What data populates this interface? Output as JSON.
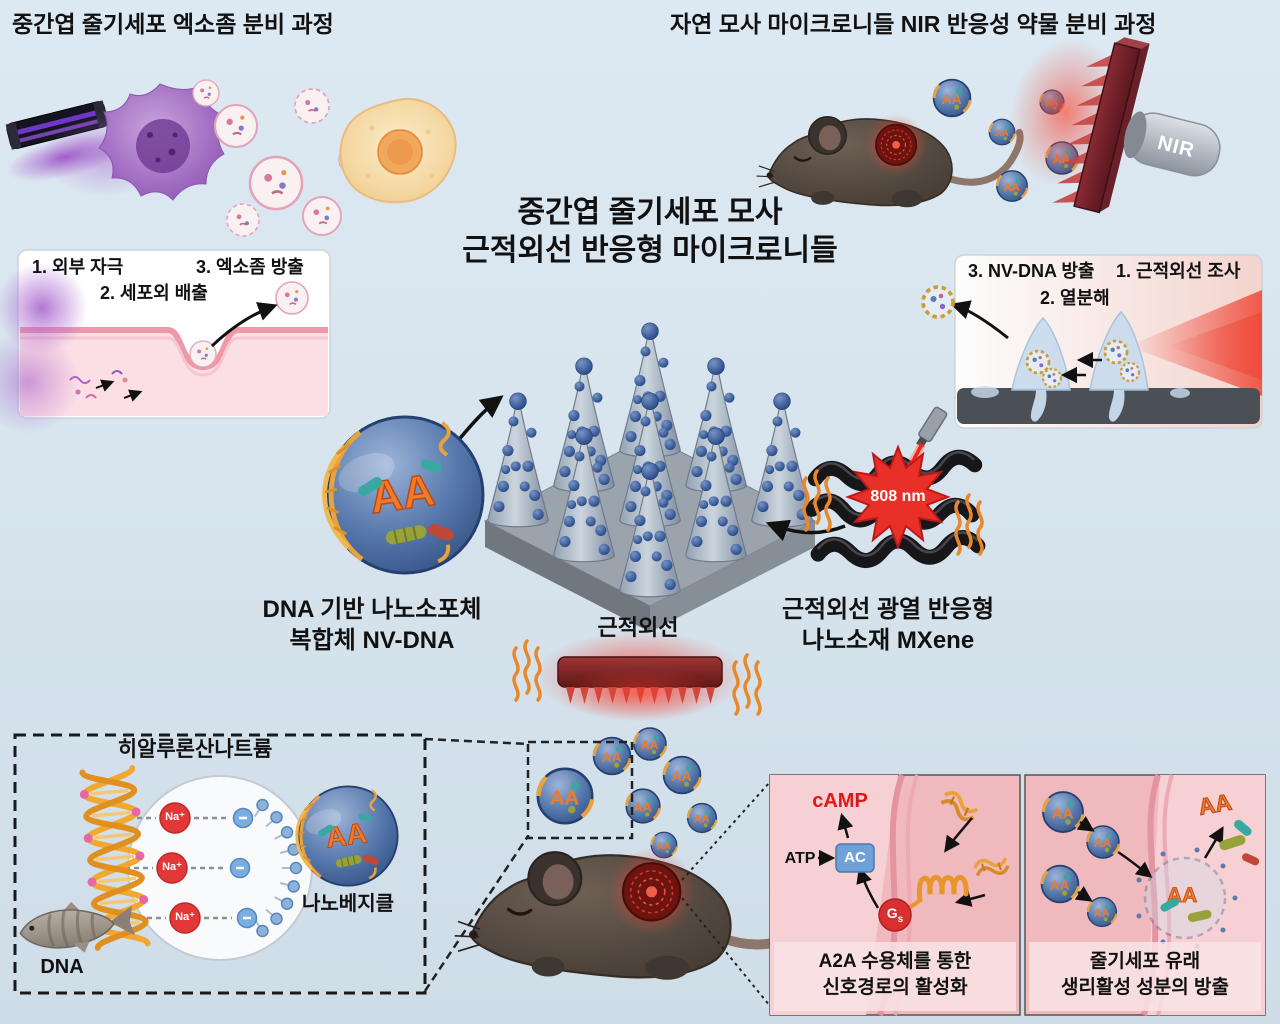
{
  "titles": {
    "top_left": "중간엽 줄기세포 엑소좀 분비 과정",
    "top_right": "자연 모사 마이크로니들 NIR 반응성 약물 분비 과정",
    "center_line1": "중간엽 줄기세포 모사",
    "center_line2": "근적외선 반응형 마이크로니들"
  },
  "left_inset": {
    "step1": "1. 외부 자극",
    "step2": "2. 세포외 배출",
    "step3": "3. 엑소좀 방출"
  },
  "right_inset": {
    "step1": "1. 근적외선 조사",
    "step2": "2. 열분해",
    "step3": "3. NV-DNA 방출"
  },
  "nv_dna_label": {
    "line1": "DNA 기반 나노소포체",
    "line2": "복합체 NV-DNA"
  },
  "mxene_label": {
    "line1": "근적외선 광열 반응형",
    "line2": "나노소재 MXene"
  },
  "laser": {
    "wavelength": "808 nm"
  },
  "nir_device": {
    "label": "NIR"
  },
  "nir_patch": {
    "label": "근적외선"
  },
  "hyaluronate_box": {
    "title": "히알루론산나트륨",
    "na_ion": "Na⁺",
    "nanovesicle_label": "나노베지클",
    "dna_label": "DNA"
  },
  "signaling_box": {
    "camp": "cAMP",
    "atp": "ATP",
    "ac": "AC",
    "g_protein": "G",
    "g_protein_sub": "s",
    "caption_line1": "A2A 수용체를 통한",
    "caption_line2": "신호경로의 활성화"
  },
  "release_box": {
    "caption_line1": "줄기세포 유래",
    "caption_line2": "생리활성 성분의 방출"
  },
  "vesicle_contents": {
    "main": "AA",
    "mini": "AA",
    "burst": "AA",
    "escape": "AA"
  },
  "colors": {
    "background": "#d8e4ee",
    "nir_red": "#e8362c",
    "mxene_black": "#17171a",
    "vesicle_blue": "#4a6fa5",
    "dna_gold": "#e8a33d",
    "membrane_pink": "#ee98a8",
    "camp_red": "#e01818"
  }
}
